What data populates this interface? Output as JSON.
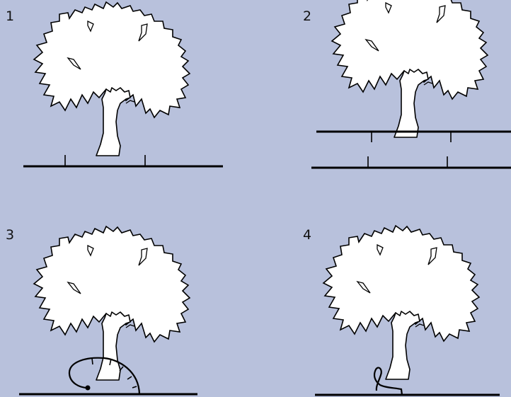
{
  "panels": [
    {
      "label": "1",
      "variant": "ground-with-ticks"
    },
    {
      "label": "2",
      "variant": "two-levels"
    },
    {
      "label": "3",
      "variant": "arc"
    },
    {
      "label": "4",
      "variant": "loop"
    }
  ],
  "colors": {
    "background": "#b8c1dc",
    "tree_fill": "#ffffff",
    "line": "#000000"
  }
}
